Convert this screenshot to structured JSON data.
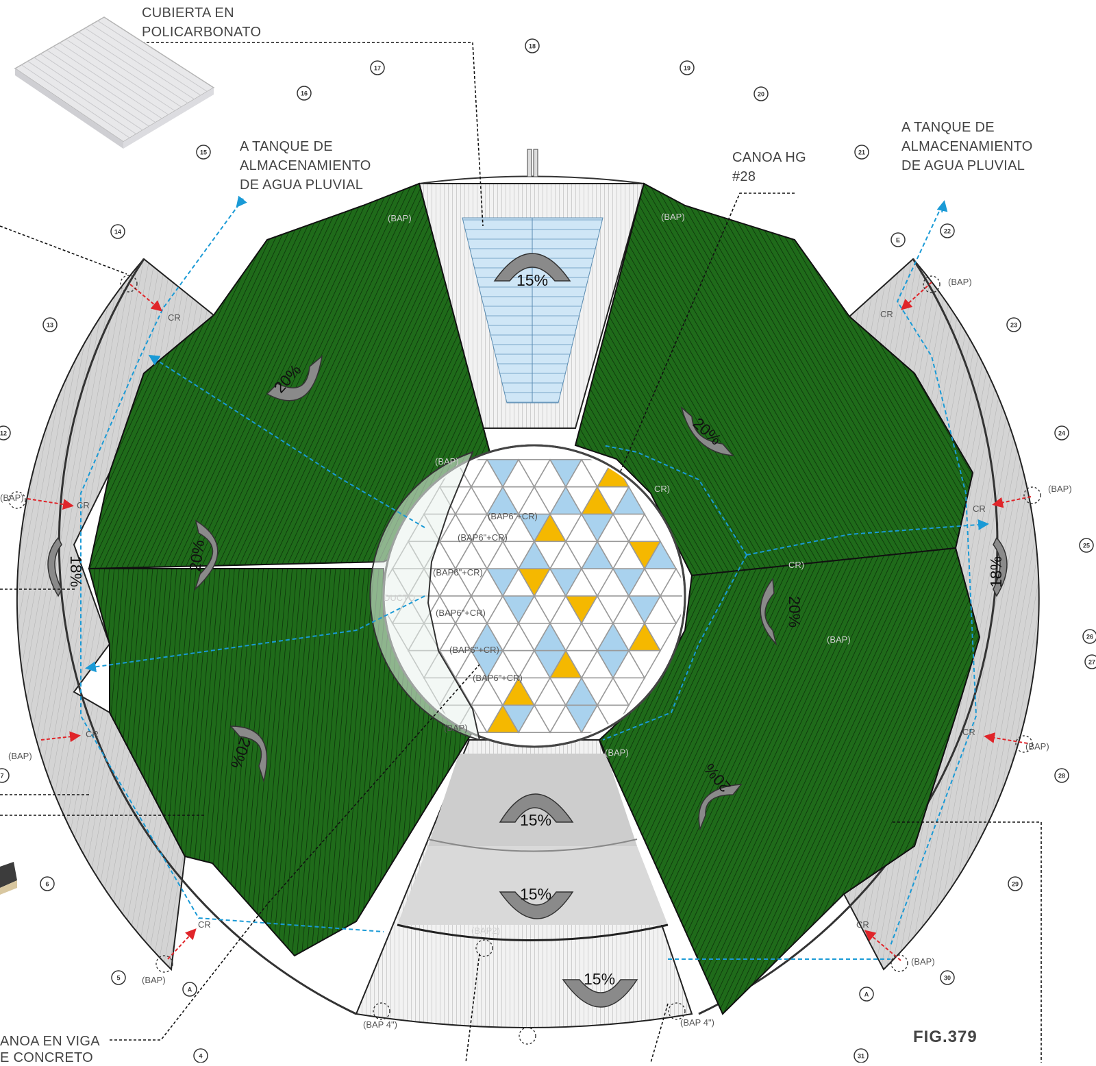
{
  "figure_label": "FIG.379",
  "callouts": {
    "cubierta_line1": "CUBIERTA EN",
    "cubierta_line2": "POLICARBONATO",
    "tanque_left_line1": "A TANQUE DE",
    "tanque_left_line2": "ALMACENAMIENTO",
    "tanque_left_line3": "DE AGUA PLUVIAL",
    "tanque_right_line1": "A TANQUE DE",
    "tanque_right_line2": "ALMACENAMIENTO",
    "tanque_right_line3": "DE AGUA PLUVIAL",
    "canoa_hg_line1": "CANOA HG",
    "canoa_hg_line2": "#28",
    "canoa_viga_line1": "ANOA EN VIGA",
    "canoa_viga_line2": "E CONCRETO"
  },
  "slopes": {
    "north": "15%",
    "south_inner": "15%",
    "south_mid": "15%",
    "south_outer": "15%",
    "nw": "20%",
    "ne": "20%",
    "w": "20%",
    "e": "20%",
    "sw": "20%",
    "se": "20%",
    "west_ring": "18%",
    "east_ring": "18%"
  },
  "drain_tags": {
    "bap": "(BAP)",
    "cr": "CR",
    "bap6cr": "(BAP6\"+CR)",
    "bap4": "(BAP 4\")",
    "bap2": "(BAP2)",
    "ducto": "DUCTO",
    "cr_paren": "CR)"
  },
  "grid_labels": [
    "4",
    "5",
    "6",
    "7",
    "12",
    "13",
    "14",
    "15",
    "16",
    "17",
    "18",
    "19",
    "20",
    "21",
    "22",
    "23",
    "24",
    "25",
    "26",
    "27",
    "28",
    "29",
    "30",
    "31",
    "A",
    "A",
    "E"
  ],
  "colors": {
    "roof_green": "#1f6b1a",
    "ring_gray": "#cfcfcf",
    "dome_blue": "#a9d2ee",
    "dome_yellow": "#f5b800",
    "drain_blue": "#1a9ad6",
    "drain_red": "#e0252a"
  }
}
